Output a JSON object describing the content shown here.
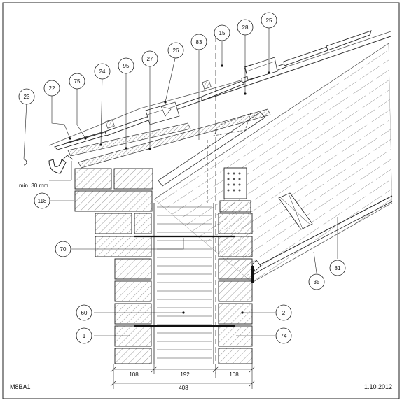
{
  "drawing": {
    "sheet_code": "M8BA1",
    "date": "1.10.2012",
    "clearance_note": "min. 30 mm",
    "dimensions": {
      "outer_leaf": "108",
      "insulation": "192",
      "inner_leaf": "108",
      "total": "408"
    },
    "callouts": [
      "23",
      "22",
      "75",
      "24",
      "95",
      "27",
      "26",
      "83",
      "15",
      "28",
      "25",
      "118",
      "70",
      "60",
      "1",
      "2",
      "74",
      "35",
      "81"
    ]
  }
}
